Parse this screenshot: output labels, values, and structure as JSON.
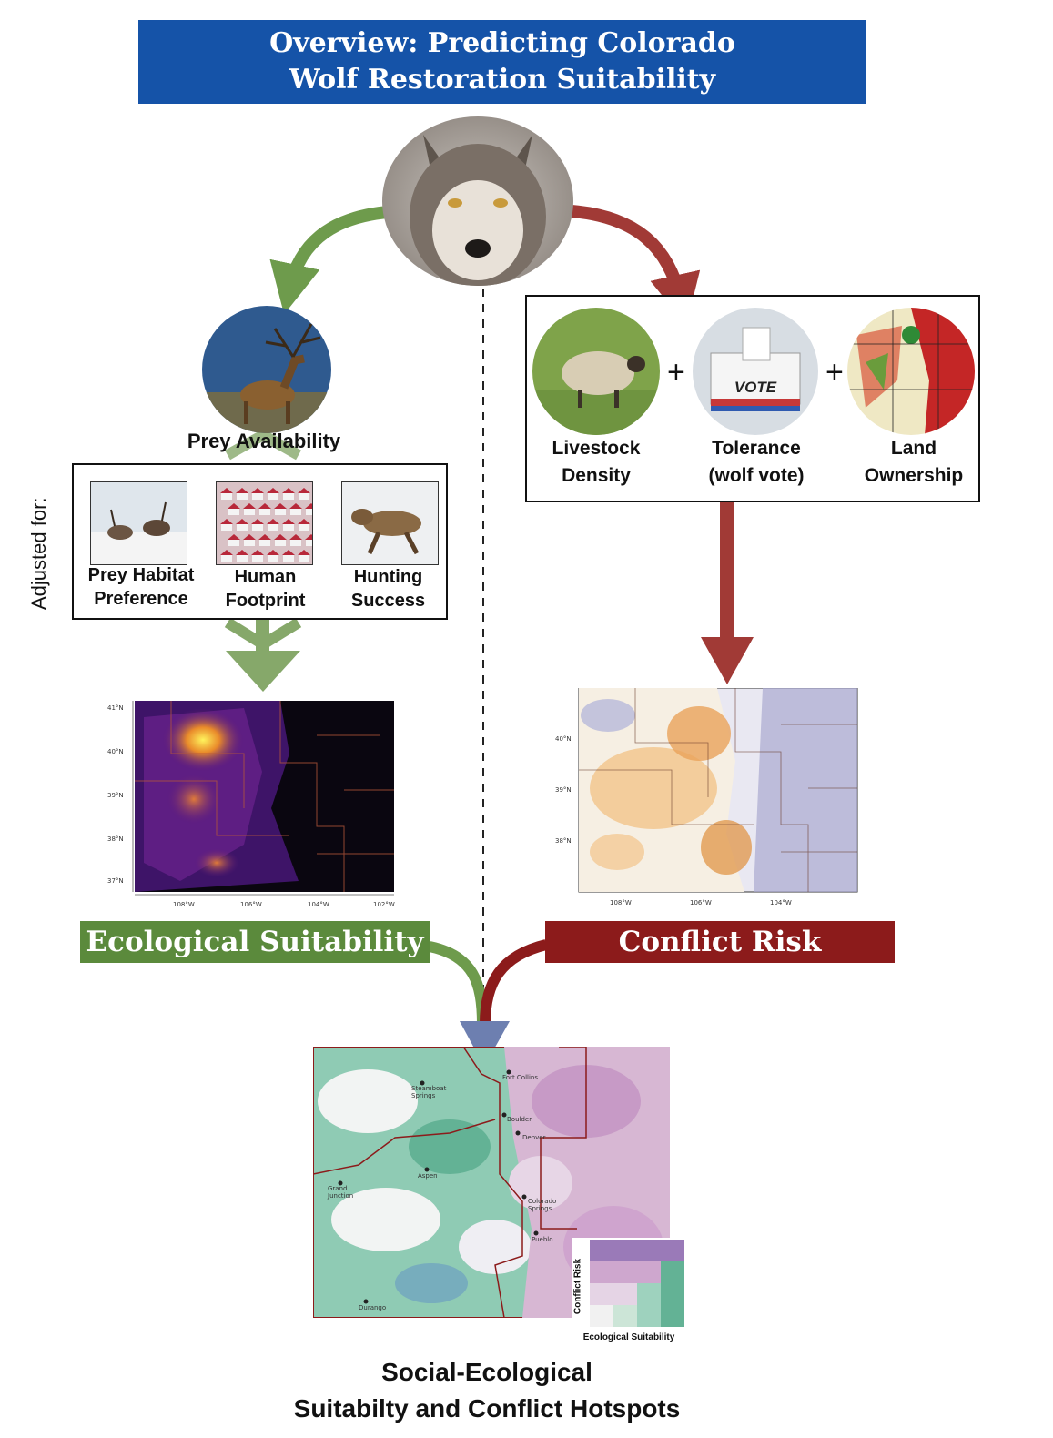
{
  "title": {
    "line1": "Overview: Predicting Colorado",
    "line2": "Wolf Restoration Suitability"
  },
  "left": {
    "prey_label": "Prey Availability",
    "adjusted_label": "Adjusted for:",
    "factors": [
      {
        "label_line1": "Prey Habitat",
        "label_line2": "Preference"
      },
      {
        "label_line1": "Human",
        "label_line2": "Footprint"
      },
      {
        "label_line1": "Hunting",
        "label_line2": "Success"
      }
    ],
    "map_lat_ticks": [
      "41°N",
      "40°N",
      "39°N",
      "38°N",
      "37°N"
    ],
    "map_lon_ticks": [
      "108°W",
      "106°W",
      "104°W",
      "102°W"
    ],
    "band_label": "Ecological Suitability"
  },
  "right": {
    "factors": [
      {
        "label_line1": "Livestock",
        "label_line2": "Density"
      },
      {
        "label_line1": "Tolerance",
        "label_line2": "(wolf vote)"
      },
      {
        "label_line1": "Land",
        "label_line2": "Ownership"
      }
    ],
    "vote_text": "VOTE",
    "plus_sign": "+",
    "map_lat_ticks": [
      "40°N",
      "39°N",
      "38°N"
    ],
    "map_lon_ticks": [
      "108°W",
      "106°W",
      "104°W"
    ],
    "band_label": "Conflict Risk"
  },
  "bottom": {
    "cities": [
      "Steamboat Springs",
      "Fort Collins",
      "Boulder",
      "Denver",
      "Aspen",
      "Grand Junction",
      "Colorado Springs",
      "Pueblo",
      "Durango"
    ],
    "legend_y_label": "Conflict Risk",
    "legend_x_label": "Ecological Suitability",
    "caption_line1": "Social-Ecological",
    "caption_line2": "Suitabilty and Conflict Hotspots"
  },
  "colors": {
    "banner": "#1553a8",
    "green": "#5b8a3c",
    "red": "#8c1b1b",
    "blue_arrow": "#6d7fb0"
  }
}
